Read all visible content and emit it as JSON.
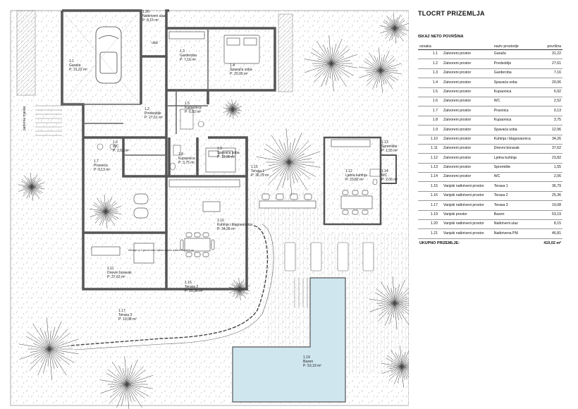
{
  "legend": {
    "title": "TLOCRT PRIZEMLJA",
    "subtitle": "ISKAZ NETO POVRŠINA",
    "headers": {
      "code": "oznaka",
      "name": "naziv prostorije",
      "area": "površina"
    },
    "rows": [
      {
        "code": "1.1",
        "type": "Zatvoreni prostor",
        "name": "Garaža",
        "area": "31,22"
      },
      {
        "code": "1.2",
        "type": "Zatvoreni prostor",
        "name": "Predsoblje",
        "area": "27,61"
      },
      {
        "code": "1.3",
        "type": "Zatvoreni prostor",
        "name": "Garderoba",
        "area": "7,16"
      },
      {
        "code": "1.4",
        "type": "Zatvoreni prostor",
        "name": "Spavaća soba",
        "area": "20,06"
      },
      {
        "code": "1.5",
        "type": "Zatvoreni prostor",
        "name": "Kupaonica",
        "area": "6,92"
      },
      {
        "code": "1.6",
        "type": "Zatvoreni prostor",
        "name": "WC",
        "area": "2,52"
      },
      {
        "code": "1.7",
        "type": "Zatvoreni prostor",
        "name": "Praonica",
        "area": "9,13"
      },
      {
        "code": "1.8",
        "type": "Zatvoreni prostor",
        "name": "Kupaonica",
        "area": "3,75"
      },
      {
        "code": "1.9",
        "type": "Zatvoreni prostor",
        "name": "Spavaća soba",
        "area": "12,96"
      },
      {
        "code": "1.10",
        "type": "Zatvoreni prostor",
        "name": "Kuhinja i blagovaonica",
        "area": "34,26"
      },
      {
        "code": "1.11",
        "type": "Zatvoreni prostor",
        "name": "Dnevni boravak",
        "area": "37,62"
      },
      {
        "code": "1.12",
        "type": "Zatvoreni prostor",
        "name": "Ljetna kuhinja",
        "area": "23,82"
      },
      {
        "code": "1.13",
        "type": "Zatvoreni prostor",
        "name": "Spremište",
        "area": "1,55"
      },
      {
        "code": "1.14",
        "type": "Zatvoreni prostor",
        "name": "WC",
        "area": "2,06"
      },
      {
        "code": "1.15",
        "type": "Vanjski natkriveni prostor",
        "name": "Terasa 1",
        "area": "36,79"
      },
      {
        "code": "1.16",
        "type": "Vanjski natkriveni prostor",
        "name": "Terasa 2",
        "area": "25,36"
      },
      {
        "code": "1.17",
        "type": "Vanjski natkriveni prostor",
        "name": "Terasa 3",
        "area": "19,08"
      },
      {
        "code": "1.19",
        "type": "Vanjski prostor",
        "name": "Bazen",
        "area": "53,19"
      },
      {
        "code": "1.20",
        "type": "Vanjski natkriveni prostor",
        "name": "Natkriveni ulaz",
        "area": "8,15"
      },
      {
        "code": "1.21",
        "type": "Vanjski natkriveni prostor",
        "name": "Natkrivena PM",
        "area": "46,81"
      }
    ],
    "total_label": "UKUPNO PRIZEMLJE:",
    "total_value": "410,02 m²"
  },
  "rooms": {
    "r1_1": {
      "code": "1.1",
      "name": "Garaža",
      "area": "P: 31,22 m²"
    },
    "r1_2": {
      "code": "1.2",
      "name": "Predsoblje",
      "area": "P: 27,61 m²"
    },
    "r1_3": {
      "code": "1.3",
      "name": "Garderoba",
      "area": "P: 7,16 m²"
    },
    "r1_4": {
      "code": "1.4",
      "name": "Spavaća soba",
      "area": "P: 20,06 m²"
    },
    "r1_5": {
      "code": "1.5",
      "name": "Kupaonica",
      "area": "P: 6,92 m²"
    },
    "r1_6": {
      "code": "1.6",
      "name": "WC",
      "area": "P: 2,52 m²"
    },
    "r1_7": {
      "code": "1.7",
      "name": "Praonica",
      "area": "P: 9,13 m²"
    },
    "r1_8": {
      "code": "1.8",
      "name": "Kupaonica",
      "area": "P: 3,75 m²"
    },
    "r1_9": {
      "code": "1.9",
      "name": "Spavaća soba",
      "area": "P: 12,96 m²"
    },
    "r1_10": {
      "code": "1.10",
      "name": "Kuhinja i blagovaonica",
      "area": "P: 34,26 m²"
    },
    "r1_11": {
      "code": "1.11",
      "name": "Dnevni boravak",
      "area": "P: 37,62 m²"
    },
    "r1_12": {
      "code": "1.12",
      "name": "Ljetna kuhinja",
      "area": "P: 23,82 m²"
    },
    "r1_13": {
      "code": "1.13",
      "name": "Spremište",
      "area": "P: 1,55 m²"
    },
    "r1_14": {
      "code": "1.14",
      "name": "WC",
      "area": "P: 2,06 m²"
    },
    "r1_15": {
      "code": "1.15",
      "name": "Terasa 1",
      "area": "P: 36,79 m²"
    },
    "r1_16": {
      "code": "1.16",
      "name": "Terasa 2",
      "area": "P: 25,36 m²"
    },
    "r1_17": {
      "code": "1.17",
      "name": "Terasa 3",
      "area": "P: 19,08 m²"
    },
    "r1_19": {
      "code": "1.19",
      "name": "Bazen",
      "area": "P: 53,19 m²"
    },
    "r1_20": {
      "code": "1.20",
      "name": "Natkriveni ulaz",
      "area": "P: 8,15 m²"
    }
  },
  "plan_labels": {
    "entrance": "ulaz",
    "parking": "parkirna mjesta",
    "tv_note": "Križanje sa 2 glavne trake mjesta ukupne pokrivenosti 670 cm"
  },
  "colors": {
    "wall": "#555555",
    "wall_dark": "#2a2a2a",
    "pool_fill": "#cfe6ef",
    "lawn_stroke": "#9a9a9a"
  }
}
